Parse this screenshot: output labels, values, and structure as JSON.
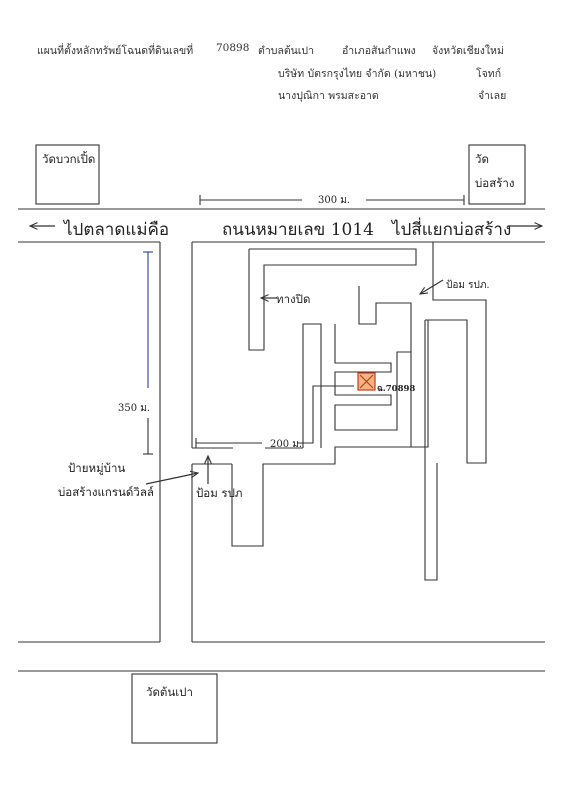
{
  "header": {
    "title": "แผนที่ตั้งหลักทรัพย์โฉนดที่ดินเลขที่",
    "deed_no": "70898",
    "subdistrict": "ตำบลต้นเปา",
    "district": "อำเภอสันกำแพง",
    "province": "จังหวัดเชียงใหม่",
    "company": "บริษัท บัตรกรุงไทย จำกัด (มหาชน)",
    "company_role": "โจทก์",
    "defendant": "นางปุณิกา พรมสะอาด",
    "defendant_role": "จำเลย"
  },
  "landmarks": {
    "temple_top_left": "วัดบวกเปิ้ด",
    "temple_top_right_line1": "วัด",
    "temple_top_right_line2": "บ่อสร้าง",
    "temple_bottom": "วัดต้นเปา"
  },
  "roads": {
    "to_left": "ไปตลาดแม่คือ",
    "main": "ถนนหมายเลข 1014",
    "to_right": "ไปสี่แยกบ่อสร้าง",
    "closed_road": "ทางปิด"
  },
  "measurements": {
    "top": "300 ม.",
    "side": "350 ม.",
    "inner": "200 ม."
  },
  "markers": {
    "police_box_top": "ป้อม รปภ.",
    "police_box_bottom": "ป้อม รปภ",
    "village_sign_line1": "ป้ายหมู่บ้าน",
    "village_sign_line2": "บ่อสร้างแกรนด์วิลล์",
    "plot_label": "ฉ.70898"
  },
  "colors": {
    "plot_fill": "#f3b583",
    "plot_stroke": "#cc3a1a",
    "line": "#333333"
  }
}
